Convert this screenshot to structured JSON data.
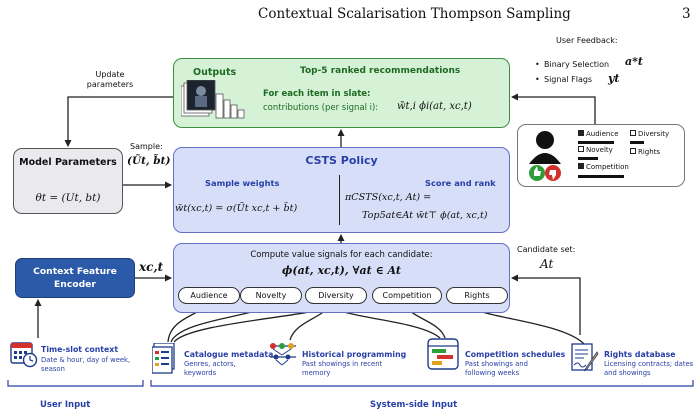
{
  "header": {
    "title": "Contextual Scalarisation Thompson Sampling",
    "page": "3"
  },
  "outputs": {
    "label": "Outputs",
    "top_label": "Top-5 ranked recommendations",
    "slate_label": "For each item in slate:",
    "contrib_label": "contributions (per signal i):",
    "contrib_formula": "w̃t,i ϕi(at, xc,t)"
  },
  "update_label": "Update parameters",
  "user_feedback": {
    "title": "User Feedback:",
    "binary": "Binary Selection",
    "binary_sym": "a*t",
    "flags": "Signal Flags",
    "flags_sym": "yt",
    "checkboxes": [
      {
        "label": "Audience",
        "checked": true
      },
      {
        "label": "Diversity",
        "checked": false
      },
      {
        "label": "Novelty",
        "checked": false
      },
      {
        "label": "Rights",
        "checked": false
      },
      {
        "label": "Competition",
        "checked": true
      }
    ]
  },
  "params": {
    "title": "Model Parameters",
    "formula": "θt = (Ut, bt)"
  },
  "sample_label": "Sample:",
  "sample_formula": "(Ũt, b̃t)",
  "policy": {
    "title": "CSTS Policy",
    "weights_label": "Sample weights",
    "weights_formula": "w̃t(xc,t) = σ(Ũt xc,t + b̃t)",
    "score_label": "Score and rank",
    "score_formula_1": "πCSTS(xc,t, At) =",
    "score_formula_2": "Top5at∈At w̃t⊤ ϕ(at, xc,t)"
  },
  "signals": {
    "title": "Compute value signals for each candidate:",
    "formula": "ϕ(at, xc,t), ∀at ∈ At",
    "items": [
      "Audience",
      "Novelty",
      "Diversity",
      "Competition",
      "Rights"
    ]
  },
  "context_symbol": "xc,t",
  "candidate": {
    "label": "Candidate set:",
    "symbol": "At"
  },
  "encoder": {
    "line1": "Context Feature",
    "line2": "Encoder"
  },
  "inputs": [
    {
      "title": "Time-slot context",
      "desc": "Date & hour, day of week, season",
      "icon": "calendar-clock-icon"
    },
    {
      "title": "Catalogue metadata",
      "desc": "Genres, actors, keywords",
      "icon": "catalogue-document-icon"
    },
    {
      "title": "Historical programming",
      "desc": "Past showings in recent memory",
      "icon": "schedule-network-icon"
    },
    {
      "title": "Competition schedules",
      "desc": "Past showings and following weeks",
      "icon": "timeline-chart-icon"
    },
    {
      "title": "Rights database",
      "desc": "Licensing contracts; dates and showings",
      "icon": "contract-pen-icon"
    }
  ],
  "footer": {
    "user_input": "User Input",
    "system_input": "System-side Input"
  }
}
